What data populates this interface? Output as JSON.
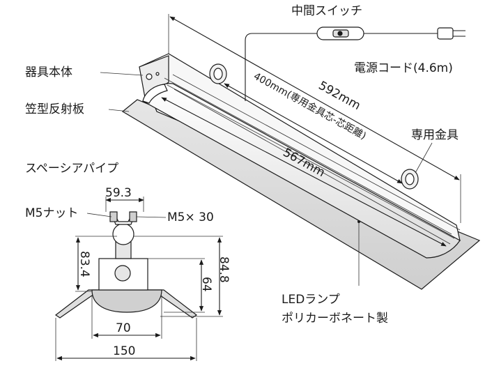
{
  "labels": {
    "switch": "中間スイッチ",
    "power_cord": "電源コード(4.6m)",
    "body": "器具本体",
    "reflector": "笠型反射板",
    "bracket": "専用金具",
    "spacer_pipe": "スペーシアパイプ",
    "nut": "M5ナット",
    "bolt": "M5× 30",
    "lamp_line1": "LEDランプ",
    "lamp_line2": "ポリカーボネート製"
  },
  "dimensions": {
    "overall_length": "592mm",
    "bracket_pitch": "400mm(専用金具芯-芯距離)",
    "lamp_length": "567mm",
    "pipe_width": "59.3",
    "height_left": "83.4",
    "height_right": "84.8",
    "body_height": "64",
    "body_width": "70",
    "reflector_width": "150"
  },
  "colors": {
    "line": "#1a1a1a",
    "fill_light": "#f2f2f2",
    "fill_gray": "#d9d9d9",
    "fill_dark": "#bfbfbf"
  }
}
